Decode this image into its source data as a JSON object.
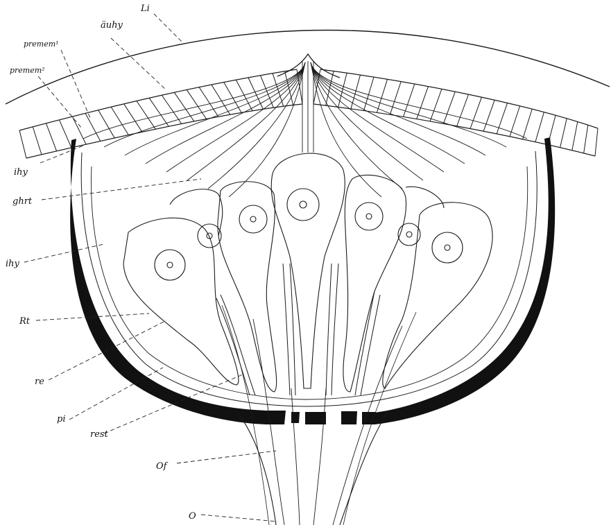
{
  "labels": {
    "li": "Li",
    "auhy": "äuhy",
    "premem1": "premem¹",
    "premem2": "premem²",
    "ihy_upper": "ihy",
    "ghrt": "ghrt",
    "ihy_lower": "ihy",
    "rt": "Rt",
    "re": "re",
    "pi": "pi",
    "rest": "rest",
    "of": "Of",
    "o": "O"
  }
}
